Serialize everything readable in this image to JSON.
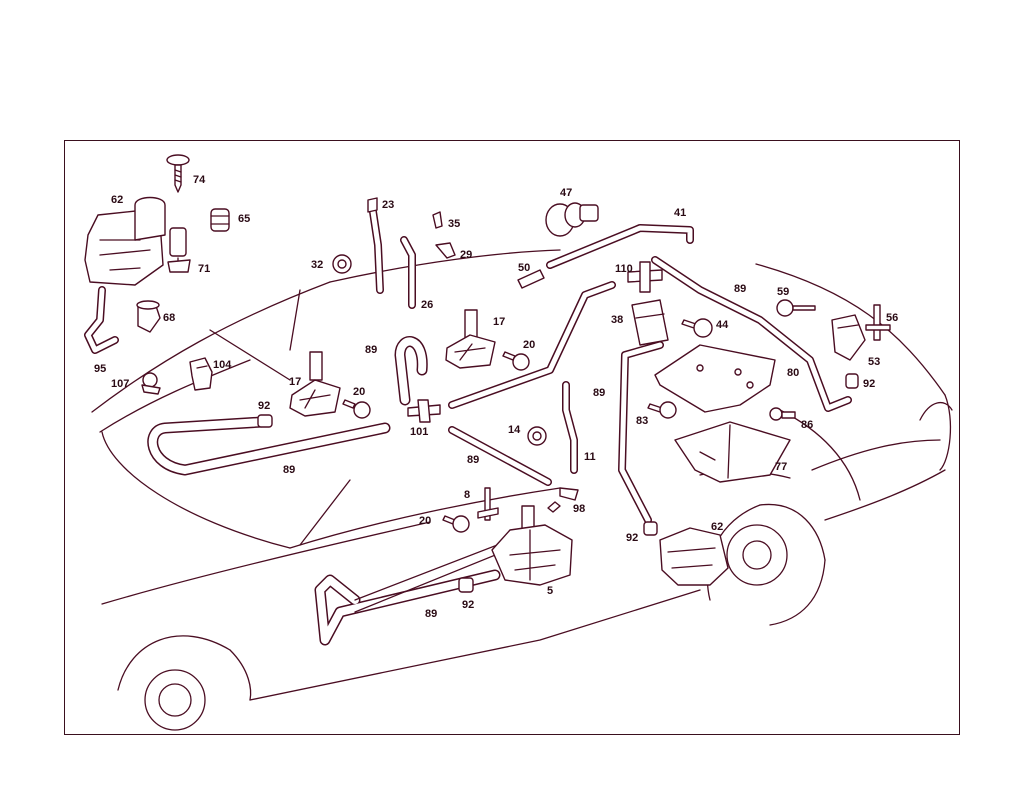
{
  "callouts": {
    "c74": "74",
    "c62a": "62",
    "c65": "65",
    "c71": "71",
    "c68": "68",
    "c95": "95",
    "c107": "107",
    "c104": "104",
    "c17a": "17",
    "c92a": "92",
    "c20a": "20",
    "c89a": "89",
    "c23": "23",
    "c35": "35",
    "c29": "29",
    "c32": "32",
    "c26": "26",
    "c89b": "89",
    "c17b": "17",
    "c20b": "20",
    "c101": "101",
    "c14": "14",
    "c89c": "89",
    "c11": "11",
    "c8": "8",
    "c20c": "20",
    "c98": "98",
    "c5": "5",
    "c92b": "92",
    "c89d": "89",
    "c47": "47",
    "c41": "41",
    "c50": "50",
    "c110": "110",
    "c89e": "89",
    "c38": "38",
    "c44": "44",
    "c89f": "89",
    "c59": "59",
    "c56": "56",
    "c53": "53",
    "c80": "80",
    "c92c": "92",
    "c83": "83",
    "c86": "86",
    "c77": "77",
    "c62b": "62",
    "c92d": "92"
  },
  "colors": {
    "line": "#4a0d22",
    "frame": "#3a0f1e",
    "text": "#2a0a14",
    "background": "#ffffff"
  }
}
